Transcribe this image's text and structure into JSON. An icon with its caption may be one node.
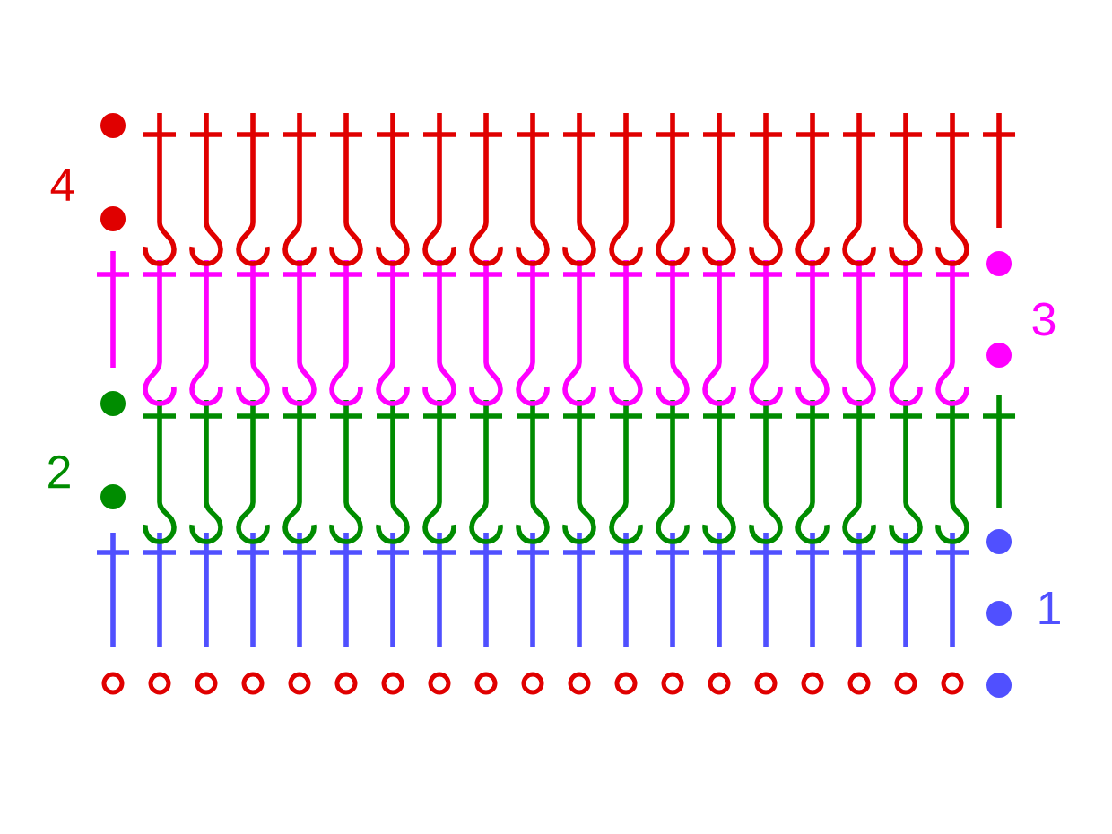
{
  "diagram": {
    "labels": [
      "4",
      "3",
      "2",
      "1"
    ]
  }
}
